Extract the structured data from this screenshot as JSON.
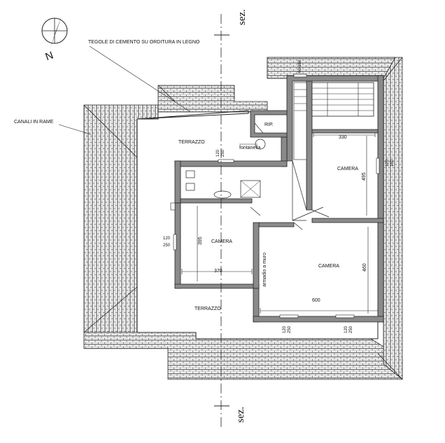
{
  "labels": {
    "tegole": "TEGOLE DI CEMENTO SU ORDITURA IN LEGNO",
    "canali": "CANALI IN RAME",
    "north": "N",
    "sez_top": "sez.",
    "sez_bottom": "sez.",
    "rip": "RIP.",
    "fontanella": "fontanella",
    "terrazzo_top": "TERRAZZO",
    "terrazzo_bottom": "TERRAZZO",
    "camera_left": "CAMERA",
    "camera_right_top": "CAMERA",
    "camera_right_bottom": "CAMERA",
    "armadio": "armadio a muro"
  },
  "dimensions": {
    "d330": "330",
    "d495": "495",
    "d370": "370",
    "d395": "395",
    "d600": "600",
    "d460": "460"
  },
  "openings": {
    "win_top_stair": "60/160",
    "win_terrazzo_a": "120",
    "win_terrazzo_b": "250",
    "win_left_a": "120",
    "win_left_b": "250",
    "win_right_a": "120",
    "win_right_b": "150",
    "win_bottom1_a": "120",
    "win_bottom1_b": "250",
    "win_bottom2_a": "120",
    "win_bottom2_b": "250"
  },
  "colors": {
    "wall": "#8a8a8a",
    "line": "#222222",
    "roof_tile": "#222222"
  }
}
